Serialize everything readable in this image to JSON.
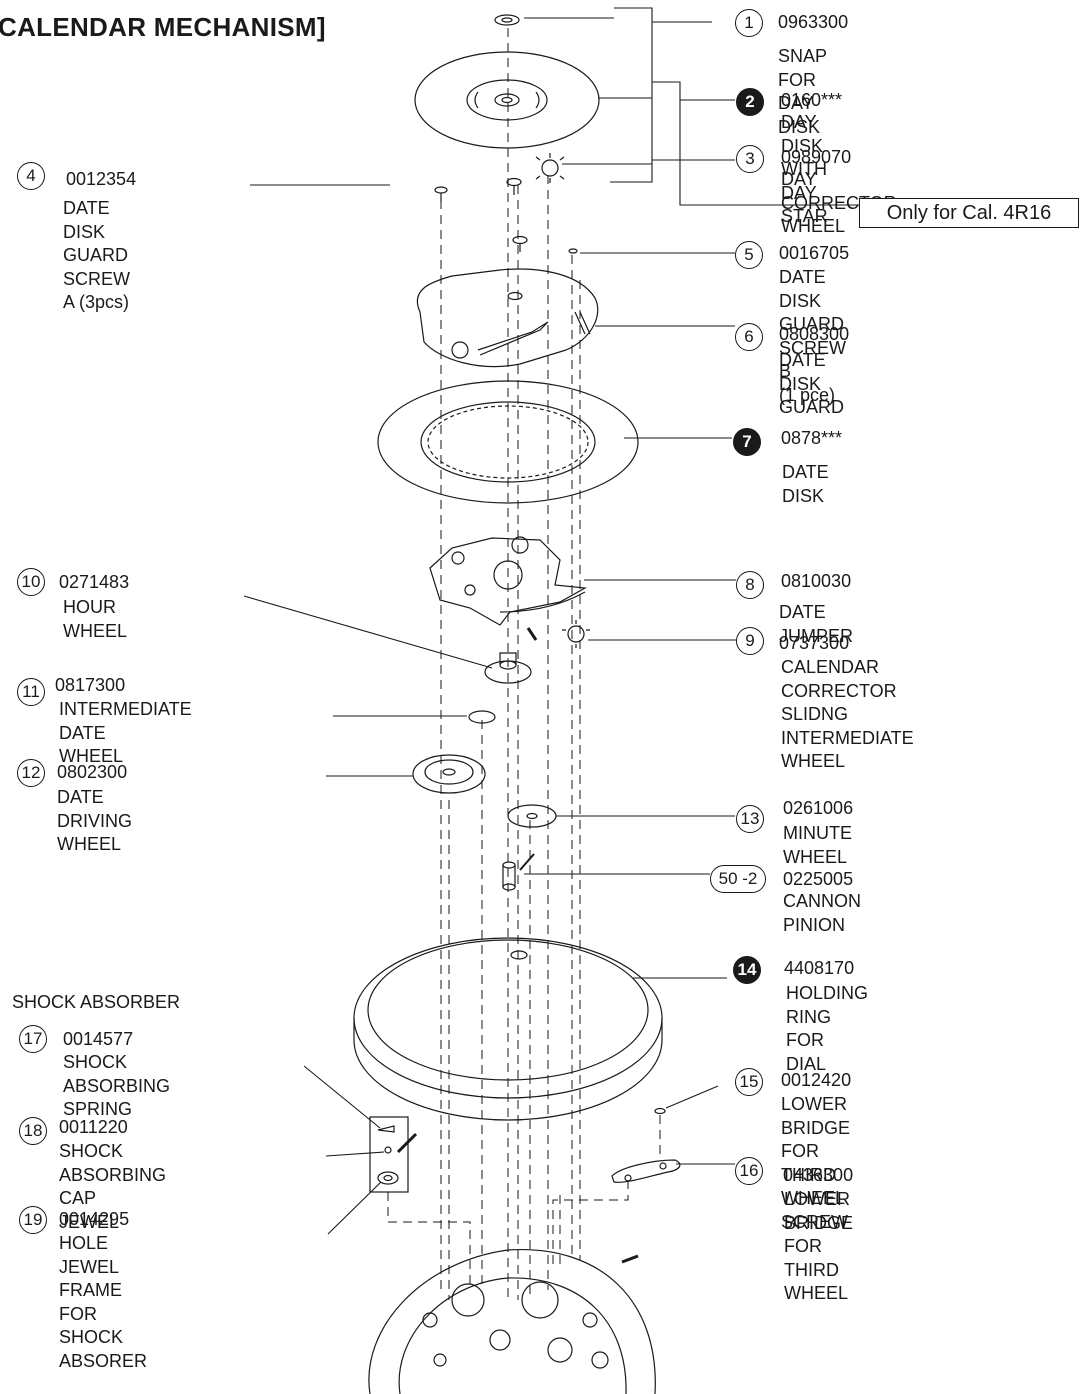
{
  "title": "CALENDAR MECHANISM]",
  "note": "Only for Cal. 4R16",
  "section": "SHOCK ABSORBER",
  "parts": [
    {
      "num": "1",
      "code": "0963300",
      "desc": "SNAP FOR DAY DISK"
    },
    {
      "num": "2",
      "code": "0160***",
      "desc": "DAY DISK WITH DAY STAR",
      "filled": true
    },
    {
      "num": "3",
      "code": "0989070",
      "desc": "DAY CORRECTOR WHEEL"
    },
    {
      "num": "4",
      "code": "0012354",
      "desc": "DATE DISK GUARD\nSCREW A (3pcs)"
    },
    {
      "num": "5",
      "code": "0016705",
      "desc": "DATE DISK GUARD SCREW B\n(1 pce)"
    },
    {
      "num": "6",
      "code": "0808300",
      "desc": "DATE DISK GUARD"
    },
    {
      "num": "7",
      "code": "0878***",
      "desc": "DATE DISK",
      "filled": true
    },
    {
      "num": "8",
      "code": "0810030",
      "desc": "DATE JUMPER"
    },
    {
      "num": "9",
      "code": "0737300",
      "desc": "CALENDAR CORRECTOR\nSLIDNG INTERMEDIATE\nWHEEL"
    },
    {
      "num": "10",
      "code": "0271483",
      "desc": "HOUR WHEEL"
    },
    {
      "num": "11",
      "code": "0817300",
      "desc": "INTERMEDIATE DATE\nWHEEL"
    },
    {
      "num": "12",
      "code": "0802300",
      "desc": "DATE DRIVING WHEEL"
    },
    {
      "num": "13",
      "code": "0261006",
      "desc": "MINUTE WHEEL"
    },
    {
      "num": "50 -2",
      "code": "0225005",
      "desc": "CANNON PINION",
      "oval": true
    },
    {
      "num": "14",
      "code": "4408170",
      "desc": "HOLDING RING FOR DIAL",
      "filled": true
    },
    {
      "num": "15",
      "code": "0012420",
      "desc": "LOWER BRIDGE FOR THIRD\nWHEEL SCREW"
    },
    {
      "num": "16",
      "code": "0436300",
      "desc": "LOWER BRIDGE FOR THIRD\nWHEEL"
    },
    {
      "num": "17",
      "code": "0014577",
      "desc": "SHOCK ABSORBING\nSPRING"
    },
    {
      "num": "18",
      "code": "0011220",
      "desc": "SHOCK ABSORBING CAP\nJEWEL"
    },
    {
      "num": "19",
      "code": "0014295",
      "desc": "HOLE JEWEL FRAME FOR\nSHOCK ABSORER"
    }
  ]
}
